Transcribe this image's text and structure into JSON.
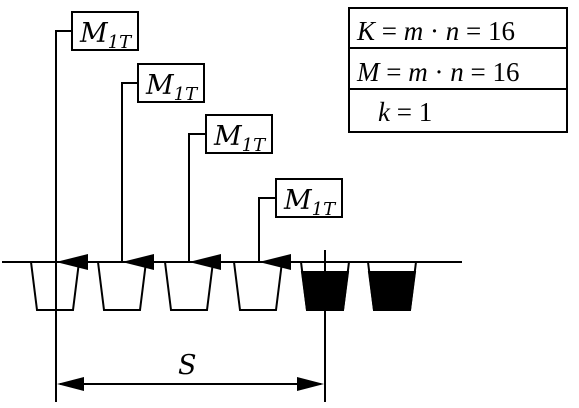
{
  "labels": {
    "m_main": "M",
    "m_sub": "1T",
    "s": "S"
  },
  "formulas": {
    "k_var": "K",
    "m_var": "M",
    "lhs_sep": " = ",
    "m_small": "m",
    "dot": " · ",
    "n_small": "n",
    "value_16": "16",
    "k_small": "k",
    "value_1": "1"
  },
  "pits": {
    "empty": 4,
    "filled": 2
  }
}
